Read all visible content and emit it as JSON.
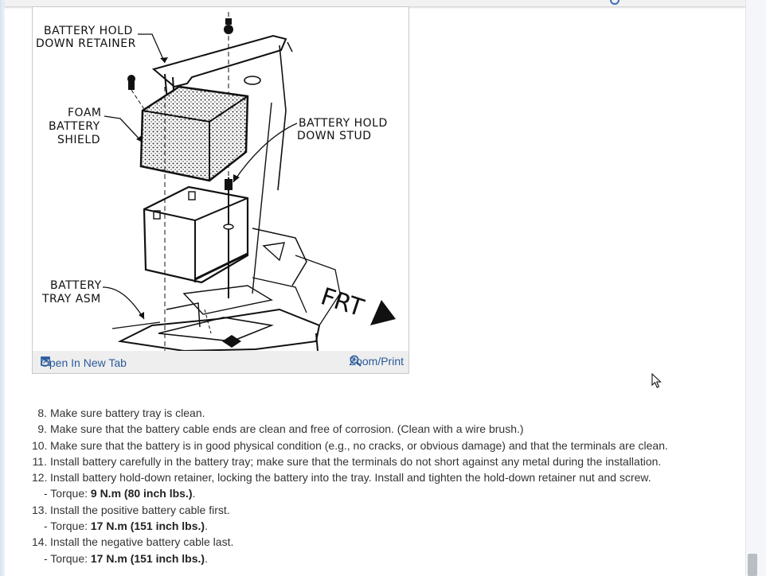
{
  "figure": {
    "labels": {
      "retainer_line1": "BATTERY HOLD",
      "retainer_line2": "DOWN RETAINER",
      "foam_line1": "FOAM",
      "foam_line2": "BATTERY",
      "foam_line3": "SHIELD",
      "stud_line1": "BATTERY HOLD",
      "stud_line2": "DOWN STUD",
      "tray_line1": "BATTERY",
      "tray_line2": "TRAY ASM",
      "front": "FRT"
    },
    "open_tab_label": "Open In New Tab",
    "zoom_label": "Zoom/Print"
  },
  "steps": [
    {
      "num": "8.",
      "text": "Make sure battery tray is clean."
    },
    {
      "num": "9.",
      "text": "Make sure that the battery cable ends are clean and free of corrosion. (Clean with a wire brush.)"
    },
    {
      "num": "10.",
      "text": "Make sure that the battery is in good physical condition (e.g., no cracks, or obvious damage) and that the terminals are clean."
    },
    {
      "num": "11.",
      "text": "Install battery carefully in the battery tray; make sure that the terminals do not short against any metal during the installation."
    },
    {
      "num": "12.",
      "text": "Install battery hold-down retainer, locking the battery into the tray. Install and tighten the hold-down retainer nut and screw."
    },
    {
      "num": "13.",
      "text": "Install the positive battery cable first."
    },
    {
      "num": "14.",
      "text": "Install the negative battery cable last."
    }
  ],
  "torque": {
    "prefix": "- Torque: ",
    "value_12": "9 N.m (80 inch lbs.)",
    "value_13": "17 N.m (151 inch lbs.)",
    "value_14": "17 N.m (151 inch lbs.)",
    "suffix": "."
  }
}
